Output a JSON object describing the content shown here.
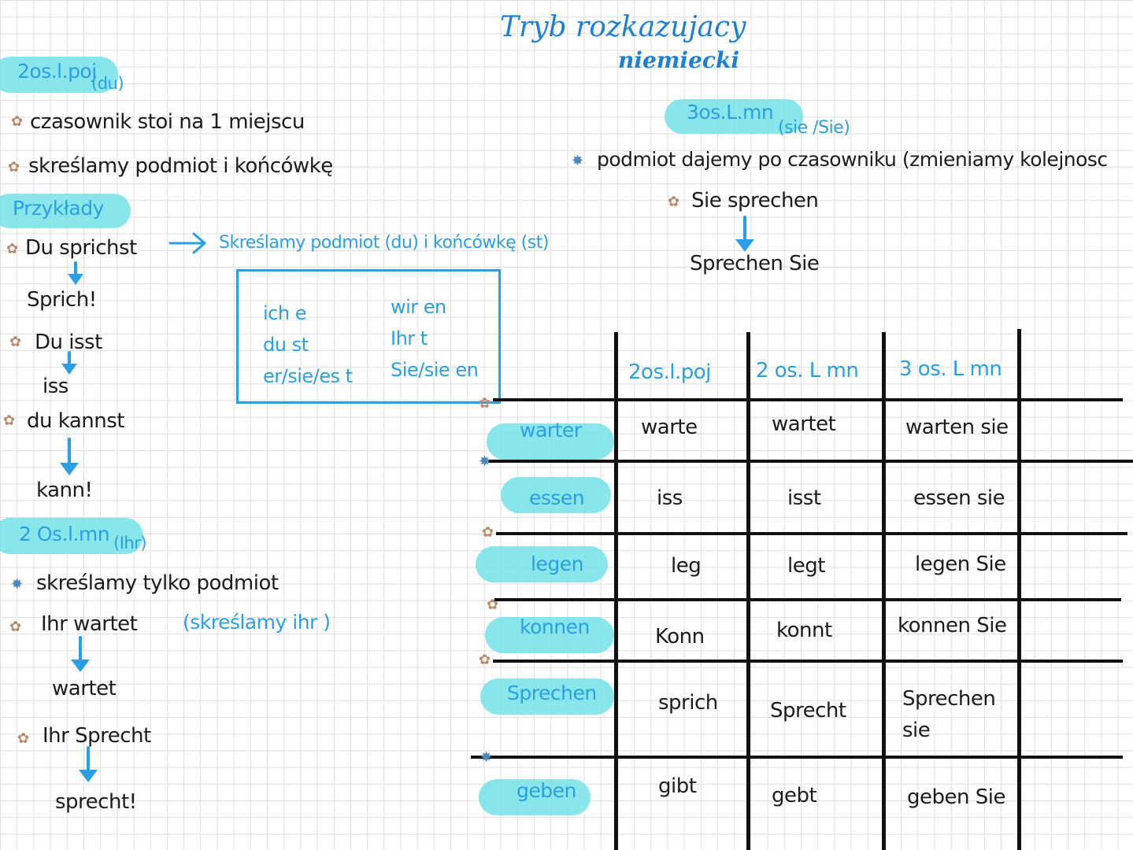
{
  "title": "Tryb rozkazujacy",
  "subtitle": "niemiecki",
  "left": {
    "section1": {
      "label": "2os.l.poj",
      "sub": "(du)",
      "rules": [
        "czasownik stoi na 1 miejscu",
        "skreślamy podmiot i końcówkę"
      ]
    },
    "examples_label": "Przykłady",
    "examples": [
      {
        "from": "Du sprichst",
        "to": "Sprich!"
      },
      {
        "from": "Du isst",
        "to": "iss"
      },
      {
        "from": "du kannst",
        "to": "kann!"
      }
    ],
    "example_note": "Skreślamy podmiot (du) i końcówkę (st)",
    "section2": {
      "label": "2 Os.l.mn",
      "sub": "(Ihr)",
      "rule": "skreślamy tylko podmiot",
      "note": "(skreślamy ihr )",
      "examples": [
        {
          "from": "Ihr wartet",
          "to": "wartet"
        },
        {
          "from": "Ihr Sprecht",
          "to": "sprecht!"
        }
      ]
    }
  },
  "conjugation": {
    "left": [
      "ich e",
      "du st",
      "er/sie/es t"
    ],
    "right": [
      "wir en",
      "Ihr t",
      "Sie/sie en"
    ]
  },
  "right": {
    "section3": {
      "label": "3os.L.mn",
      "sub": "(sie /Sie)",
      "rule": "podmiot dajemy po czasowniku (zmieniamy kolejnosc",
      "from": "Sie sprechen",
      "to": "Sprechen Sie"
    }
  },
  "table": {
    "headers": [
      "2os.l.poj",
      "2 os. L mn",
      "3 os. L mn"
    ],
    "rows": [
      {
        "verb": "warter",
        "cells": [
          "warte",
          "wartet",
          "warten sie"
        ]
      },
      {
        "verb": "essen",
        "cells": [
          "iss",
          "isst",
          "essen sie"
        ]
      },
      {
        "verb": "legen",
        "cells": [
          "leg",
          "legt",
          "legen Sie"
        ]
      },
      {
        "verb": "konnen",
        "cells": [
          "Konn",
          "konnt",
          "konnen Sie"
        ]
      },
      {
        "verb": "Sprechen",
        "cells": [
          "sprich",
          "Sprecht",
          "Sprechen sie"
        ]
      },
      {
        "verb": "geben",
        "cells": [
          "gibt",
          "gebt",
          "geben Sie"
        ]
      }
    ]
  },
  "colors": {
    "accent": "#2b9fe3",
    "highlight": "#74e2e8",
    "title": "#1e7fd6",
    "ink": "#1c1c1c"
  }
}
